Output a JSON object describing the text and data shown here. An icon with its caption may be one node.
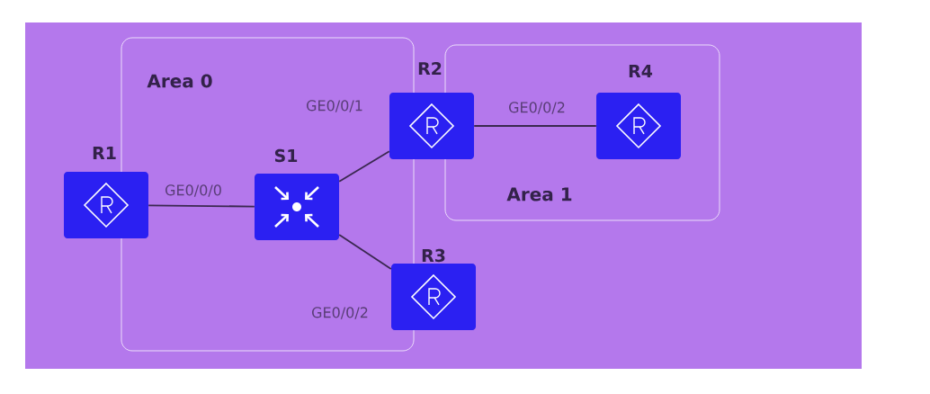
{
  "diagram": {
    "nodes": [
      {
        "text": [
          "Area 0"
        ]
      },
      {
        "text": [
          "R1"
        ]
      },
      {
        "text": [
          "S1"
        ],
        "in": 0
      },
      {
        "text": [
          "R2"
        ]
      },
      {
        "text": [
          "R3"
        ]
      },
      {
        "text": [
          "Area 1"
        ]
      },
      {
        "text": [
          "R4"
        ],
        "in": 5
      }
    ],
    "edges": [
      {
        "from": 1,
        "to": 2,
        "arrow": "none",
        "label": "GE0/0/0"
      },
      {
        "from": 2,
        "to": 3,
        "arrow": "none",
        "label": "GE0/0/1"
      },
      {
        "from": 2,
        "to": 4,
        "arrow": "none",
        "label": "GE0/0/2"
      },
      {
        "from": 3,
        "to": 6,
        "arrow": "none",
        "label": "GE0/0/2"
      }
    ]
  }
}
